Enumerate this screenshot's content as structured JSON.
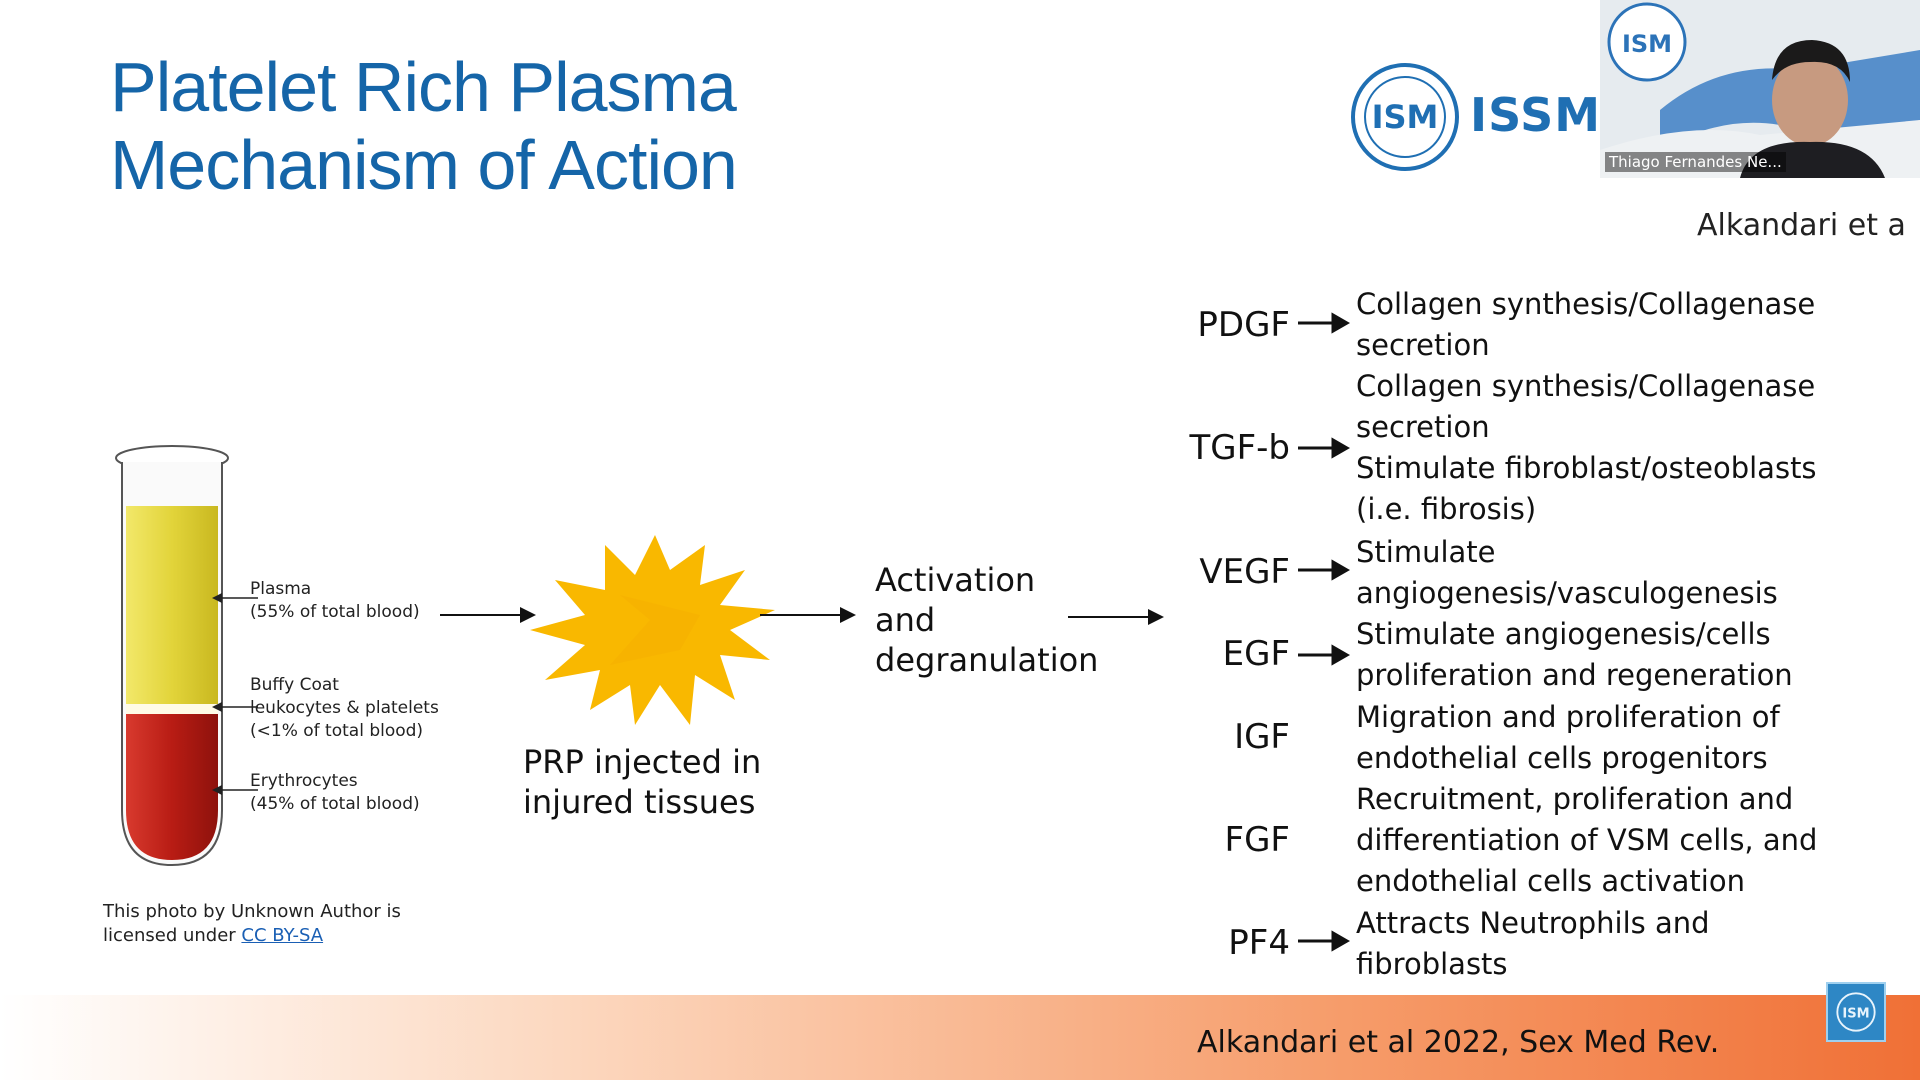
{
  "slide": {
    "title_line1": "Platelet Rich Plasma",
    "title_line2": "Mechanism of Action",
    "brand_text": "ISSM V",
    "ref_top": "Alkandari et a",
    "ref_bottom": "Alkandari et al 2022, Sex Med Rev.",
    "tube_labels": [
      {
        "line1": "Plasma",
        "line2": "(55% of total blood)",
        "line3": ""
      },
      {
        "line1": "Buffy Coat",
        "line2": "leukocytes & platelets",
        "line3": "(<1% of total blood)"
      },
      {
        "line1": "Erythrocytes",
        "line2": "(45% of total blood)",
        "line3": ""
      }
    ],
    "credit_text": "This photo by Unknown Author is",
    "credit_text2": "licensed under ",
    "credit_link": "CC BY-SA",
    "prp_label_line1": "PRP injected in",
    "prp_label_line2": "injured tissues",
    "activation_line1": "Activation",
    "activation_line2": "and",
    "activation_line3": "degranulation",
    "growth_factors": [
      {
        "name": "PDGF",
        "desc1": "Collagen synthesis/Collagenase",
        "desc2": "secretion",
        "desc3": ""
      },
      {
        "name": "TGF-b",
        "desc1": "Collagen synthesis/Collagenase",
        "desc2": "secretion",
        "desc3": "Stimulate fibroblast/osteoblasts",
        "desc4": "(i.e. fibrosis)"
      },
      {
        "name": "VEGF",
        "desc1": "Stimulate",
        "desc2": "angiogenesis/vasculogenesis",
        "desc3": ""
      },
      {
        "name": "EGF",
        "desc1": "Stimulate angiogenesis/cells",
        "desc2": "proliferation and regeneration",
        "desc3": ""
      },
      {
        "name": "IGF",
        "desc1": "Migration and proliferation of",
        "desc2": "endothelial cells progenitors",
        "desc3": ""
      },
      {
        "name": "FGF",
        "desc1": "Recruitment, proliferation and",
        "desc2": "differentiation of VSM cells, and",
        "desc3": "endothelial cells activation"
      },
      {
        "name": "PF4",
        "desc1": "Attracts Neutrophils and",
        "desc2": "fibroblasts",
        "desc3": ""
      }
    ],
    "colors": {
      "title": "#1565a8",
      "plasma": "#e2d43a",
      "blood": "#b81c14",
      "starburst": "#f9b800",
      "bar_end": "#f07036"
    }
  },
  "webcam": {
    "participant_name": "Thiago Fernandes Ne..."
  },
  "icons": [
    "issm-logo-icon",
    "arrow-right-icon",
    "starburst-icon",
    "test-tube-icon"
  ]
}
